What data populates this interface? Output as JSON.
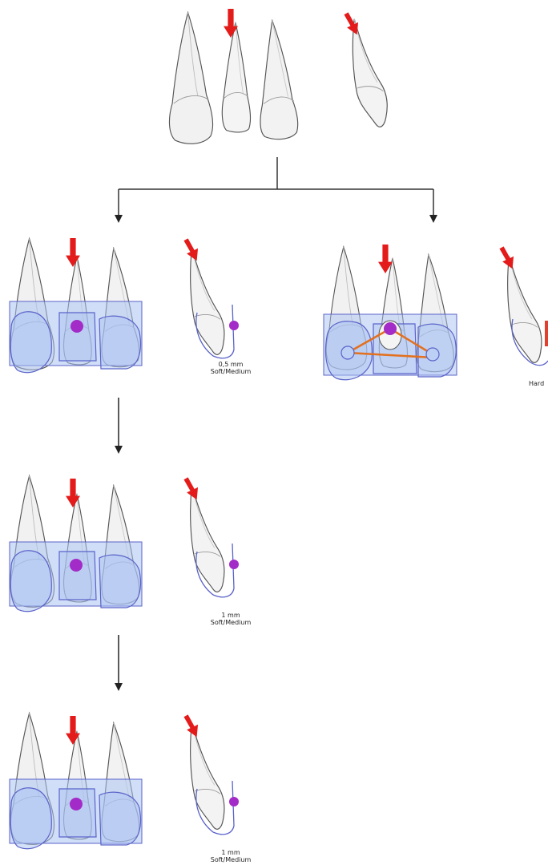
{
  "panels": [
    {
      "id": "step1",
      "thickness": "0,5 mm",
      "material": "Soft/Medium"
    },
    {
      "id": "step2",
      "thickness": "1 mm",
      "material": "Soft/Medium"
    },
    {
      "id": "step3",
      "thickness": "1 mm",
      "material": "Soft/Medium"
    },
    {
      "id": "alt",
      "material_partial": "Hard"
    }
  ],
  "colors": {
    "tooth_fill": "#f1f1f1",
    "tooth_stroke": "#555555",
    "splint_fill": "#a9c2f2",
    "splint_stroke": "#5a63c9",
    "force_arrow": "#e41b1b",
    "attachment": "#a32bc7",
    "brace": "#e3701e",
    "flow_arrow": "#222222"
  }
}
